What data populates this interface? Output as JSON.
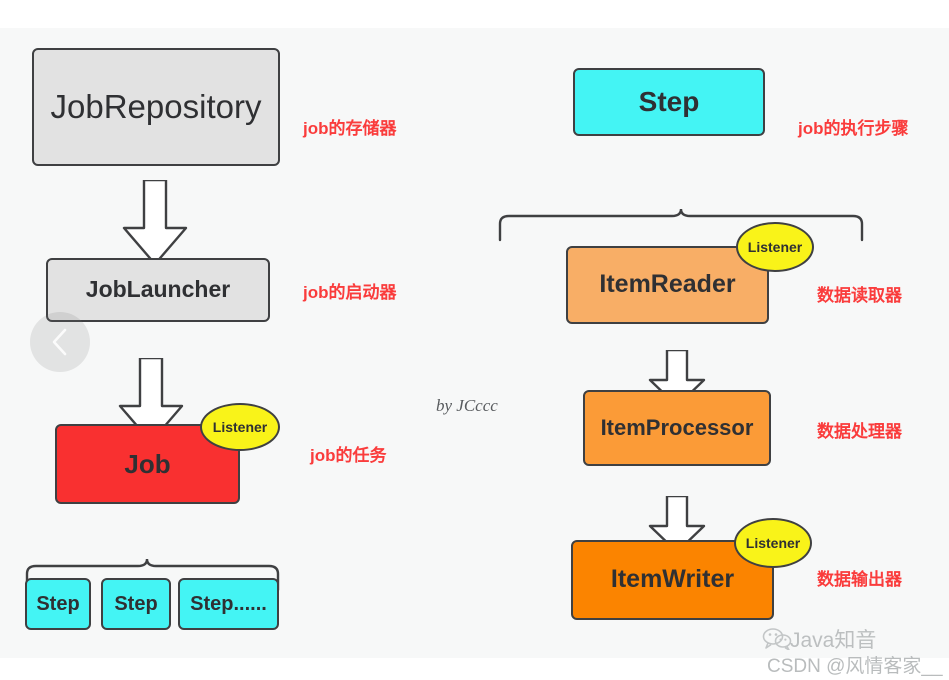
{
  "diagram": {
    "title_signature": "by JCccc",
    "left_column": {
      "nodes": [
        {
          "label": "JobRepository",
          "color": "#e2e2e2"
        },
        {
          "label": "JobLauncher",
          "color": "#e2e2e2"
        },
        {
          "label": "Job",
          "color": "#f93030"
        }
      ],
      "listener_badge": "Listener",
      "steps": [
        {
          "label": "Step",
          "color": "#44f4f4"
        },
        {
          "label": "Step",
          "color": "#44f4f4"
        },
        {
          "label": "Step......",
          "color": "#44f4f4"
        }
      ],
      "annotations": [
        "job的存储器",
        "job的启动器",
        "job的任务"
      ]
    },
    "right_column": {
      "header_node": {
        "label": "Step",
        "color": "#44f4f4"
      },
      "nodes": [
        {
          "label": "ItemReader",
          "color": "#f8ae66",
          "listener": "Listener"
        },
        {
          "label": "ItemProcessor",
          "color": "#fb9b37",
          "listener": null
        },
        {
          "label": "ItemWriter",
          "color": "#fb8400",
          "listener": "Listener"
        }
      ],
      "annotations": [
        "job的执行步骤",
        "数据读取器",
        "数据处理器",
        "数据输出器"
      ]
    }
  },
  "watermark": {
    "line1": "Java知音",
    "line2": "CSDN @风情客家__",
    "icon": "wechat-icon"
  },
  "nav": {
    "prev_icon": "chevron-left-icon"
  },
  "colors": {
    "annotation_red": "#fa3c3c",
    "outline": "#3f4042",
    "listener_yellow": "#f9f319",
    "canvas_bg": "#f7f8f8"
  }
}
